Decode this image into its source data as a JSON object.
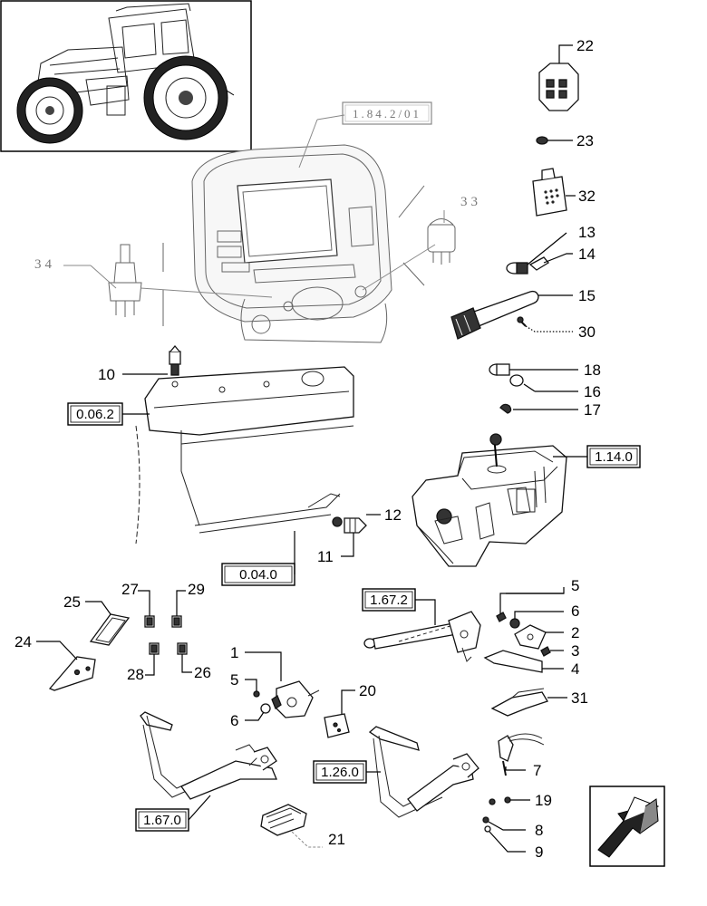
{
  "ref_boxes": {
    "cab_ref": "1.84.2/01",
    "engine_ref": "0.06.2",
    "engine_lower_ref": "0.04.0",
    "tank_ref": "1.14.0",
    "handbrake_ref": "1.67.2",
    "pedal_ref": "1.26.0",
    "brake_pedal_ref": "1.67.0"
  },
  "callouts": {
    "c1": "1",
    "c2": "2",
    "c3": "3",
    "c4": "4",
    "c5a": "5",
    "c5b": "5",
    "c6a": "6",
    "c6b": "6",
    "c7": "7",
    "c8": "8",
    "c9": "9",
    "c10": "10",
    "c11": "11",
    "c12": "12",
    "c13": "13",
    "c14": "14",
    "c15": "15",
    "c16": "16",
    "c17": "17",
    "c18": "18",
    "c19": "19",
    "c20": "20",
    "c21": "21",
    "c22": "22",
    "c23": "23",
    "c24": "24",
    "c25": "25",
    "c26": "26",
    "c27": "27",
    "c28": "28",
    "c29": "29",
    "c30": "30",
    "c31": "31",
    "c32": "32",
    "c33": "33",
    "c34": "34"
  }
}
